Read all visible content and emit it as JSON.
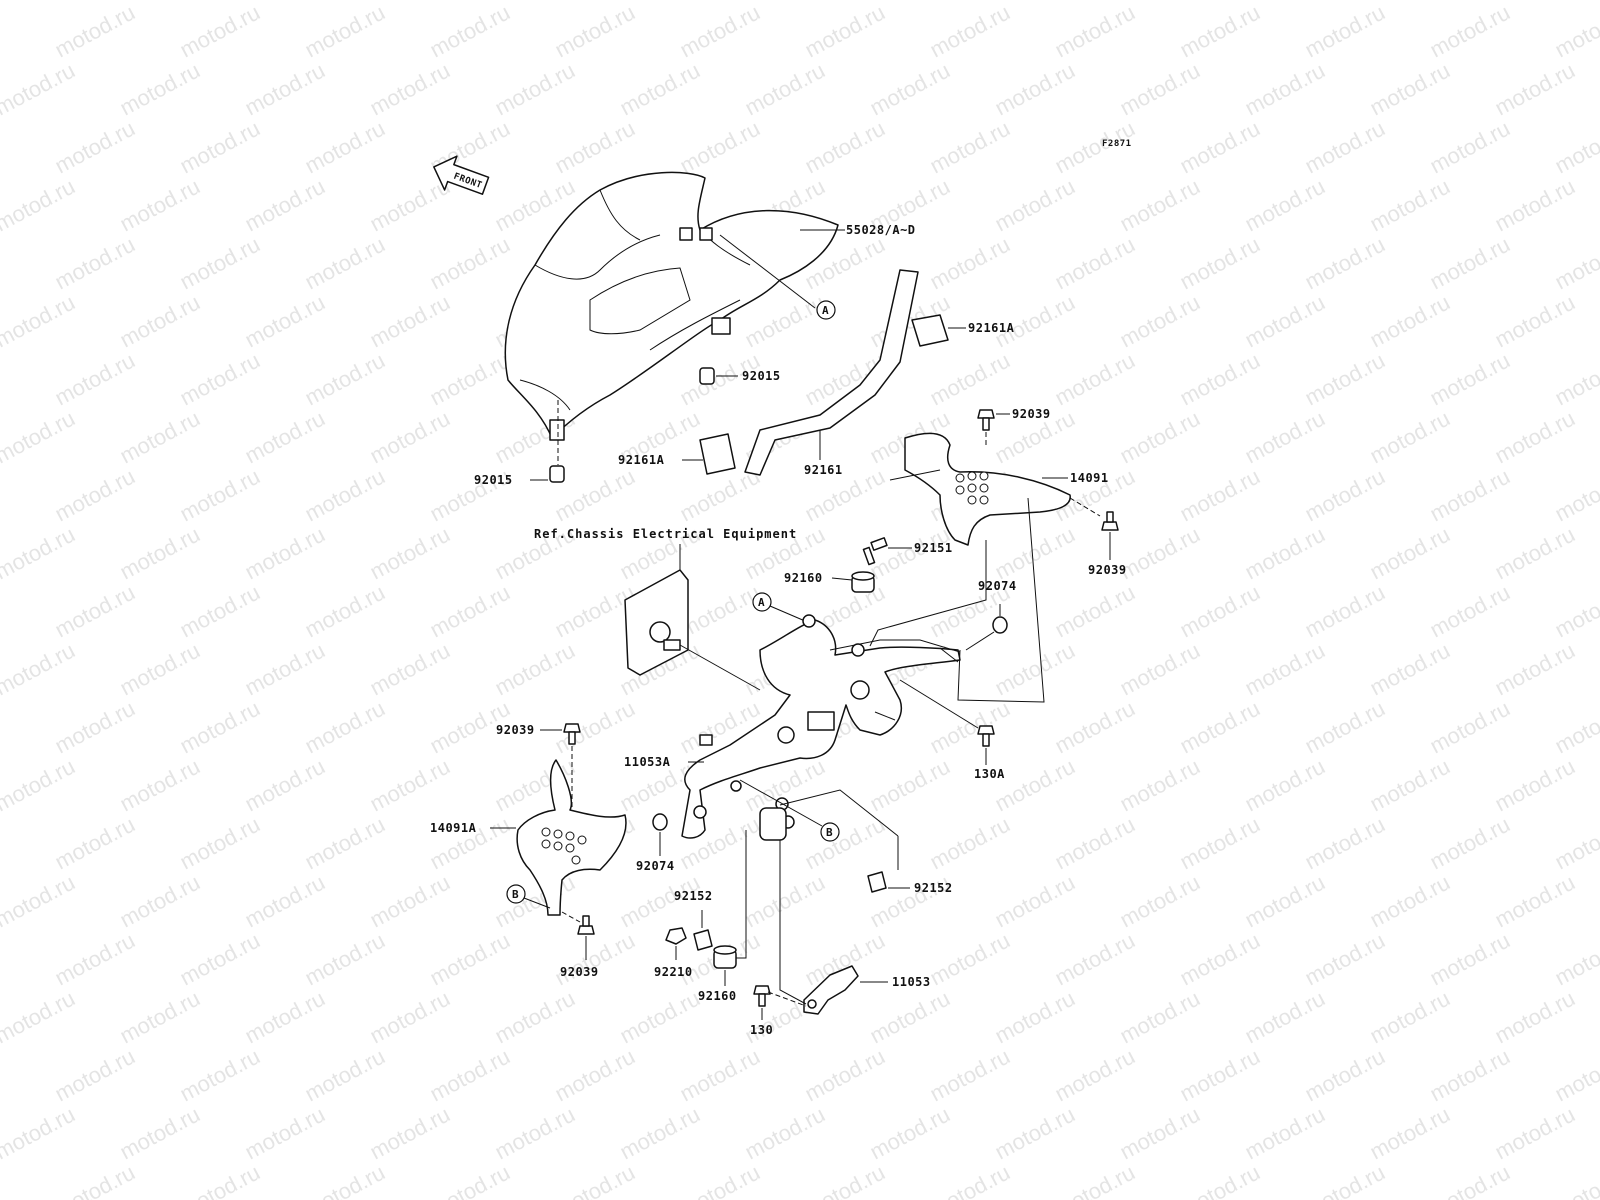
{
  "diagram": {
    "figure_code": "F2871",
    "watermark": "motod.ru",
    "front_arrow": "FRONT",
    "reference_note": "Ref.Chassis Electrical Equipment",
    "ref_markers": [
      "A",
      "A",
      "B",
      "B"
    ],
    "part_labels": {
      "cowl": "55028/A~D",
      "p92015_a": "92015",
      "p92015_b": "92015",
      "p92161A_a": "92161A",
      "p92161A_b": "92161A",
      "p92161": "92161",
      "p92039_a": "92039",
      "p92039_b": "92039",
      "p92039_c": "92039",
      "p92039_d": "92039",
      "p14091": "14091",
      "p14091A": "14091A",
      "p92151": "92151",
      "p92160_a": "92160",
      "p92160_b": "92160",
      "p92074_a": "92074",
      "p92074_b": "92074",
      "p130A": "130A",
      "p130": "130",
      "p11053A": "11053A",
      "p11053": "11053",
      "p92152_a": "92152",
      "p92152_b": "92152",
      "p92210": "92210"
    }
  }
}
